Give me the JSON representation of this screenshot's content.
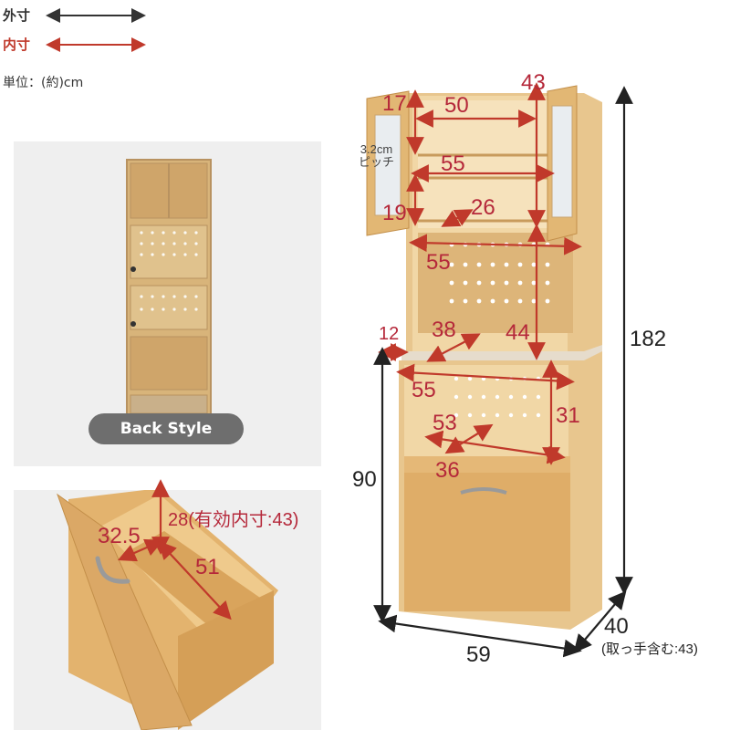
{
  "legend": {
    "outer_label": "外寸",
    "inner_label": "内寸",
    "unit_text": "単位：(約)cm",
    "outer_color": "#333333",
    "inner_color": "#c0392b"
  },
  "back_style": {
    "badge": "Back Style"
  },
  "drawer": {
    "depth_label": "28(有効内寸:43)",
    "width_label": "32.5",
    "length_label": "51"
  },
  "cabinet": {
    "inner": {
      "shelf_height_top": "17",
      "shelf_width_top": "50",
      "inner_depth_top": "43",
      "pitch_note": "3.2cm\nピッチ",
      "shelf_width_mid": "55",
      "shelf_height_mid": "19",
      "shelf_depth_mid": "26",
      "upper_open_width": "55",
      "panel_thickness": "12",
      "counter_depth": "38",
      "upper_open_height": "44",
      "lower_open_width": "55",
      "lower_open_height": "31",
      "lower_inner_width": "53",
      "lower_inner_depth": "36"
    },
    "outer": {
      "height_total": "182",
      "height_lower": "90",
      "width": "59",
      "depth": "40",
      "depth_note": "(取っ手含む:43)"
    }
  }
}
